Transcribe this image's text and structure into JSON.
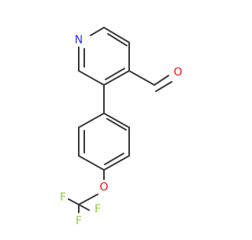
{
  "molecule": {
    "atoms": {
      "n": {
        "label": "N",
        "color": "#3030ff"
      },
      "o_carbonyl": {
        "label": "O",
        "color": "#ff0d0d"
      },
      "o_ether": {
        "label": "O",
        "color": "#ff0d0d"
      },
      "f1": {
        "label": "F",
        "color": "#8fce3a"
      },
      "f2": {
        "label": "F",
        "color": "#8fce3a"
      },
      "f3": {
        "label": "F",
        "color": "#8fce3a"
      }
    },
    "bond_color": "#3a3a3a"
  }
}
